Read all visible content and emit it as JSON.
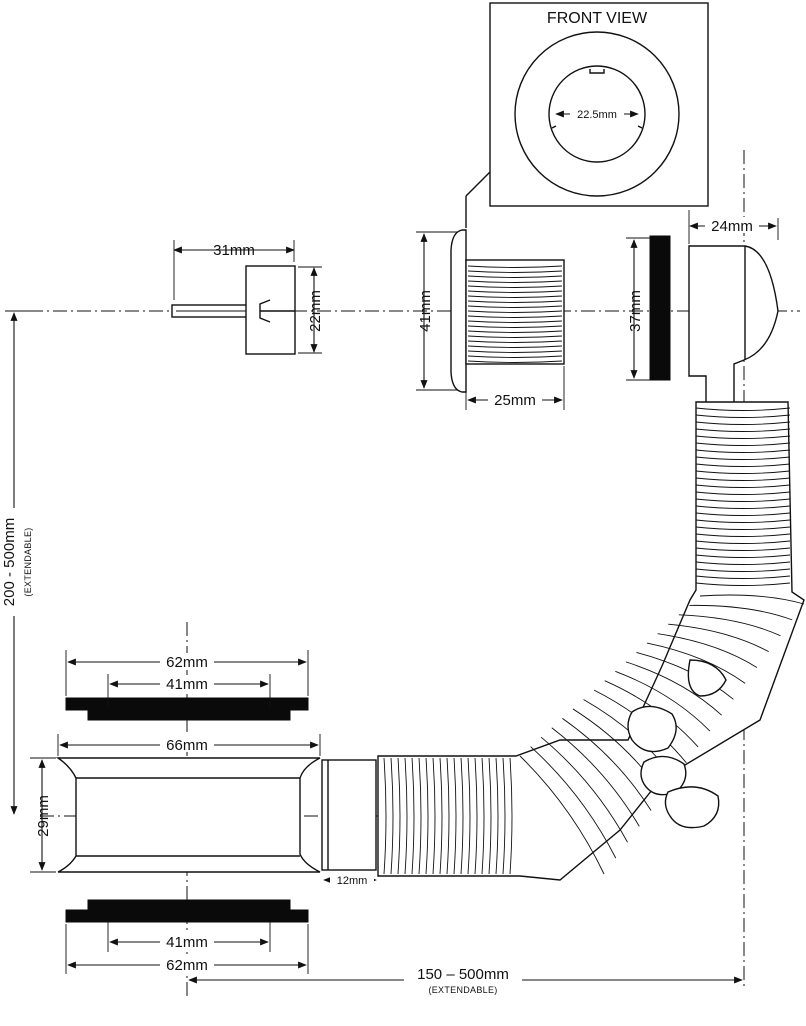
{
  "front_view": {
    "title": "FRONT VIEW",
    "inner_diameter": "22.5mm"
  },
  "dimensions": {
    "plug_width": "31mm",
    "plug_height": "22mm",
    "flange_height": "41mm",
    "thread_length": "25mm",
    "washer_height": "37mm",
    "outlet_depth": "24mm",
    "vertical_range": "200 - 500mm",
    "vertical_note": "(EXTENDABLE)",
    "top_washer_outer": "62mm",
    "top_washer_inner": "41mm",
    "body_width": "66mm",
    "body_height": "29mm",
    "collar_width": "12mm",
    "bottom_washer_inner": "41mm",
    "bottom_washer_outer": "62mm",
    "horizontal_range": "150 – 500mm",
    "horizontal_note": "(EXTENDABLE)"
  }
}
